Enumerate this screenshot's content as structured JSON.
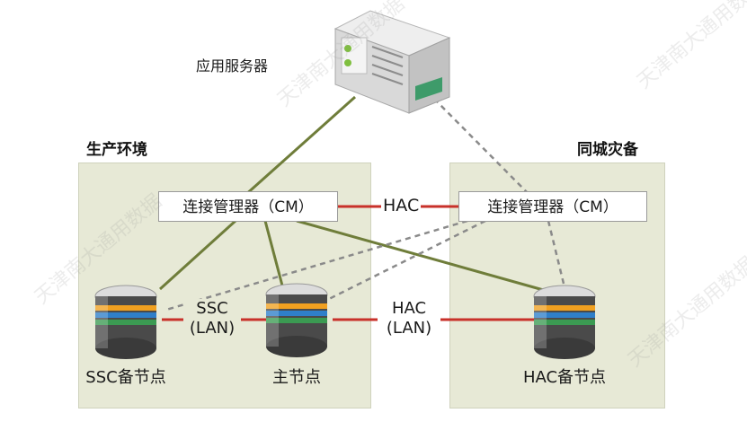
{
  "server": {
    "label": "应用服务器"
  },
  "zones": {
    "primary": {
      "title": "生产环境"
    },
    "dr": {
      "title": "同城灾备"
    }
  },
  "cm": {
    "primary_label": "连接管理器（CM）",
    "dr_label": "连接管理器（CM）",
    "link_label": "HAC"
  },
  "nodes": {
    "ssc": {
      "label": "SSC备节点"
    },
    "main": {
      "label": "主节点"
    },
    "hac": {
      "label": "HAC备节点"
    }
  },
  "links": {
    "ssc": {
      "line1": "SSC",
      "line2": "(LAN)"
    },
    "hac": {
      "line1": "HAC",
      "line2": "(LAN)"
    }
  },
  "watermark": {
    "text": "天津南大通用数据"
  },
  "colors": {
    "zone_fill": "#e7e9d6",
    "olive_line": "#6f7d3a",
    "red_line": "#c8312a",
    "dashed_line": "#8a8a8a"
  }
}
